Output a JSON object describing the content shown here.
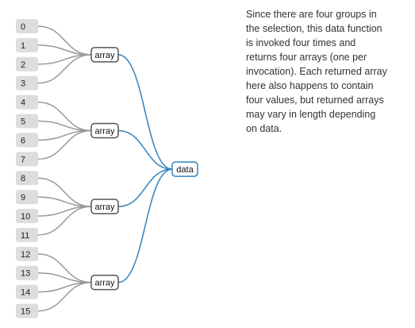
{
  "diagram": {
    "indices": [
      "0",
      "1",
      "2",
      "3",
      "4",
      "5",
      "6",
      "7",
      "8",
      "9",
      "10",
      "11",
      "12",
      "13",
      "14",
      "15"
    ],
    "array_label": "array",
    "data_label": "data",
    "groups": [
      {
        "label": "array",
        "members": [
          0,
          1,
          2,
          3
        ]
      },
      {
        "label": "array",
        "members": [
          4,
          5,
          6,
          7
        ]
      },
      {
        "label": "array",
        "members": [
          8,
          9,
          10,
          11
        ]
      },
      {
        "label": "array",
        "members": [
          12,
          13,
          14,
          15
        ]
      }
    ],
    "colors": {
      "index_fill": "#dddddd",
      "gray_link": "#999999",
      "blue_link": "#3182bd",
      "array_stroke": "#555555",
      "data_stroke": "#3182bd"
    }
  },
  "caption": {
    "lines": [
      "Since there are four groups in",
      "the selection, this data function",
      "is invoked four times and",
      "returns four arrays (one per",
      "invocation). Each returned array",
      "here also happens to contain",
      "four values, but returned arrays",
      "may vary in length depending",
      "on data."
    ]
  }
}
